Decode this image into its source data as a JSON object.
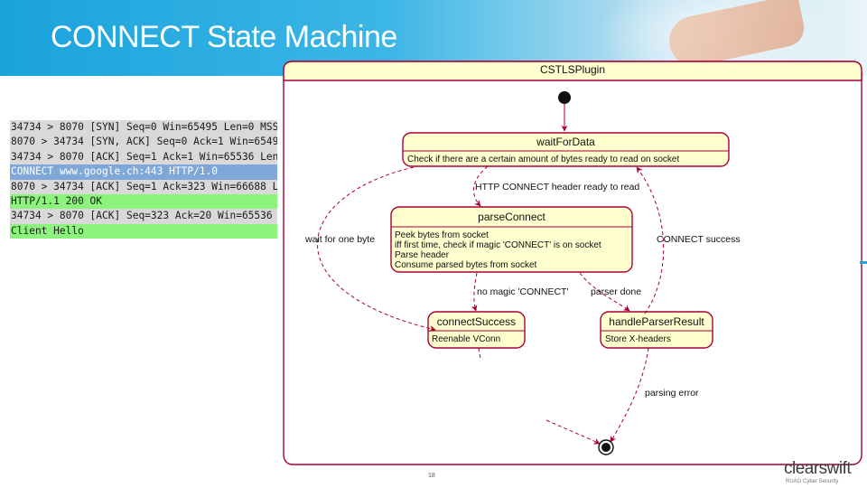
{
  "slide": {
    "title": "CONNECT State Machine",
    "slide_number": "18",
    "logo_text": "clearswift",
    "logo_subtext": "RUAG Cyber Security"
  },
  "packet_log": [
    {
      "text": "34734 > 8070 [SYN] Seq=0 Win=65495 Len=0 MSS=",
      "style": "grey"
    },
    {
      "text": "8070 > 34734 [SYN, ACK] Seq=0 Ack=1 Win=65495",
      "style": "grey"
    },
    {
      "text": "34734 > 8070 [ACK] Seq=1 Ack=1 Win=65536 Len=",
      "style": "grey"
    },
    {
      "text": "CONNECT www.google.ch:443 HTTP/1.0",
      "style": "blue"
    },
    {
      "text": "8070 > 34734 [ACK] Seq=1 Ack=323 Win=66688 Le",
      "style": "grey"
    },
    {
      "text": "HTTP/1.1 200 OK",
      "style": "green"
    },
    {
      "text": "34734 > 8070 [ACK] Seq=323 Ack=20 Win=65536 L",
      "style": "grey"
    },
    {
      "text": "Client Hello",
      "style": "green"
    }
  ],
  "diagram": {
    "frame_title": "CSTLSPlugin",
    "states": {
      "wait_for_data": {
        "title": "waitForData",
        "actions": [
          "Check if there are a certain amount of bytes ready to read on socket"
        ]
      },
      "parse_connect": {
        "title": "parseConnect",
        "actions": [
          "Peek bytes from socket",
          "iff first time, check if magic 'CONNECT' is on socket",
          "Parse header",
          "Consume parsed bytes from socket"
        ]
      },
      "connect_success": {
        "title": "connectSuccess",
        "actions": [
          "Reenable VConn"
        ]
      },
      "handle_parser_result": {
        "title": "handleParserResult",
        "actions": [
          "Store X-headers"
        ]
      }
    },
    "transitions": {
      "header_ready": "HTTP CONNECT header ready to read",
      "wait_one_byte": "wait for one byte",
      "connect_success": "CONNECT success",
      "no_magic": "no magic 'CONNECT'",
      "parser_done": "parser done",
      "parsing_error": "parsing error"
    }
  },
  "colors": {
    "banner_blue": "#1aa3db",
    "state_fill": "#fefece",
    "state_border": "#a80036",
    "arrow": "#a80036",
    "log_blue": "#7fa8d8",
    "log_green": "#8cf37c"
  }
}
